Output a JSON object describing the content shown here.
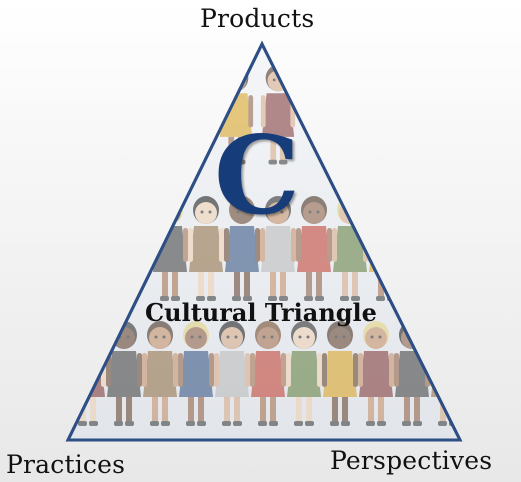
{
  "diagram": {
    "letter": "C",
    "title": "Cultural Triangle",
    "vertices": {
      "top": "Products",
      "bottom_left": "Practices",
      "bottom_right": "Perspectives"
    }
  },
  "colors": {
    "triangle_fill": "#e9ecf0",
    "triangle_stroke": "#2e4f86",
    "letter": "#173c7a"
  },
  "illustration": {
    "rows": [
      {
        "name": "top-row",
        "figures": 2
      },
      {
        "name": "middle-row",
        "figures": 7
      },
      {
        "name": "bottom-row",
        "figures": 11
      }
    ]
  }
}
